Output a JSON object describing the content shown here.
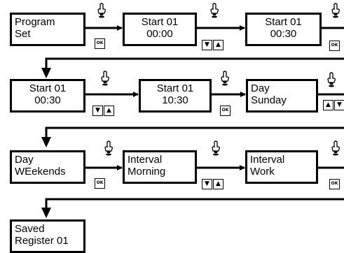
{
  "steps": [
    {
      "line1": "Program",
      "line2": "Set"
    },
    {
      "line1": "Start 01",
      "line2": "00:00"
    },
    {
      "line1": "Start 01",
      "line2": "00:30"
    },
    {
      "line1": "Start 01",
      "line2": "00:30"
    },
    {
      "line1": "Start 01",
      "line2": "10:30"
    },
    {
      "line1": "Day",
      "line2": "Sunday"
    },
    {
      "line1": "Day",
      "line2": "WEekends"
    },
    {
      "line1": "Interval",
      "line2": "Morning"
    },
    {
      "line1": "Interval",
      "line2": "Work"
    },
    {
      "line1": "Saved",
      "line2": "Register 01"
    }
  ],
  "keys": {
    "ok": "OK",
    "down": "▼",
    "up": "▲"
  },
  "icons": {
    "pointer": "hand-pointer-icon"
  }
}
